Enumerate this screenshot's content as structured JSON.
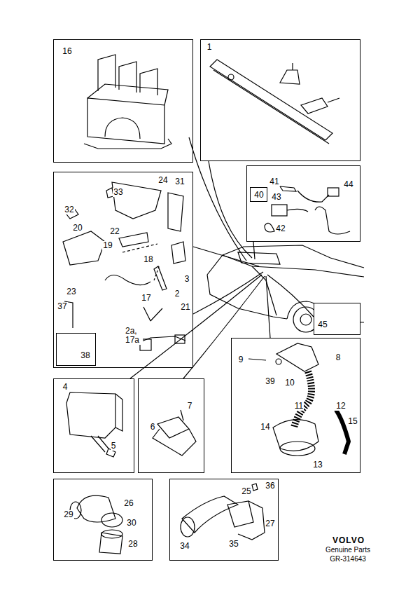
{
  "diagram": {
    "nodes": [
      {
        "text": [
          "16"
        ]
      },
      {
        "text": [
          "1"
        ]
      },
      {
        "text": [
          "24",
          "31",
          "32",
          "33",
          "20",
          "22",
          "19",
          "18",
          "3",
          "23",
          "17",
          "2",
          "21",
          "37",
          "2a, 17a"
        ]
      },
      {
        "text": [
          "38"
        ],
        "in": 2
      },
      {
        "text": [
          "41",
          "43",
          "44",
          "42"
        ]
      },
      {
        "text": [
          "40"
        ],
        "in": 4
      },
      {
        "text": [
          "45"
        ]
      },
      {
        "text": [
          "9",
          "8",
          "39",
          "10",
          "11",
          "12",
          "14",
          "15",
          "13"
        ]
      },
      {
        "text": [
          "4",
          "5"
        ]
      },
      {
        "text": [
          "7",
          "6"
        ]
      },
      {
        "text": [
          "26",
          "29",
          "30",
          "28"
        ]
      },
      {
        "text": [
          "36",
          "25",
          "27",
          "34",
          "35"
        ]
      }
    ],
    "labels": [
      "VOLVO",
      "Genuine Parts",
      "GR-314643"
    ]
  }
}
